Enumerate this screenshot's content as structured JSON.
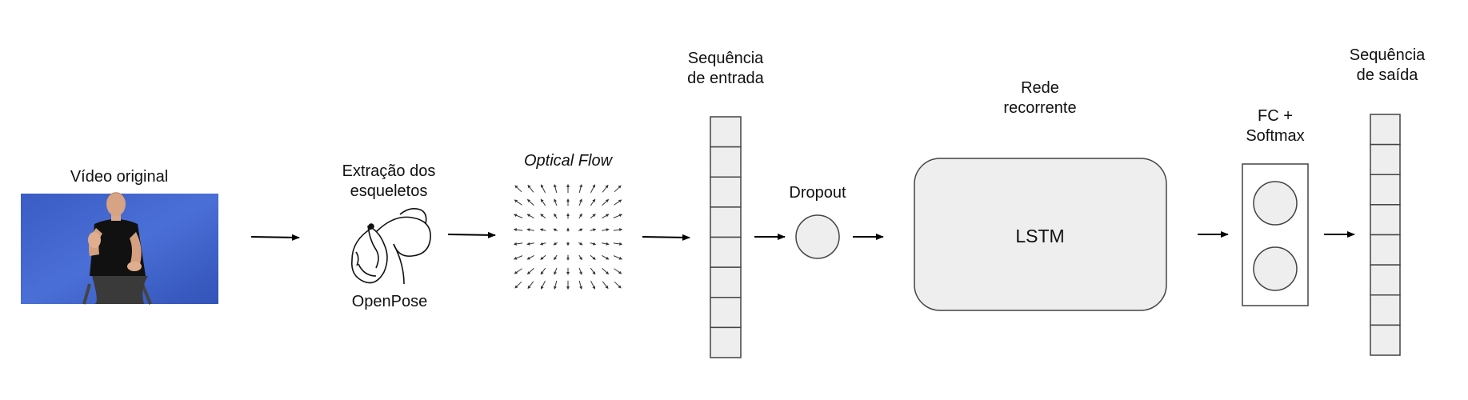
{
  "video": {
    "label": "Vídeo original"
  },
  "skeleton": {
    "label_line1": "Extração dos",
    "label_line2": "esqueletos",
    "logo_text": "OpenPose"
  },
  "optical_flow": {
    "label": "Optical Flow"
  },
  "input_sequence": {
    "label_line1": "Sequência",
    "label_line2": "de entrada",
    "cells": 8
  },
  "dropout": {
    "label": "Dropout"
  },
  "rnn": {
    "label_line1": "Rede",
    "label_line2": "recorrente",
    "box_label": "LSTM"
  },
  "fc": {
    "label_line1": "FC +",
    "label_line2": "Softmax",
    "units": 2
  },
  "output_sequence": {
    "label_line1": "Sequência",
    "label_line2": "de saída",
    "cells": 8
  },
  "colors": {
    "background": "#ffffff",
    "box_fill": "#eeeeee",
    "stroke": "#444444",
    "video_bg": "#3f63c9",
    "arrow": "#000000"
  }
}
